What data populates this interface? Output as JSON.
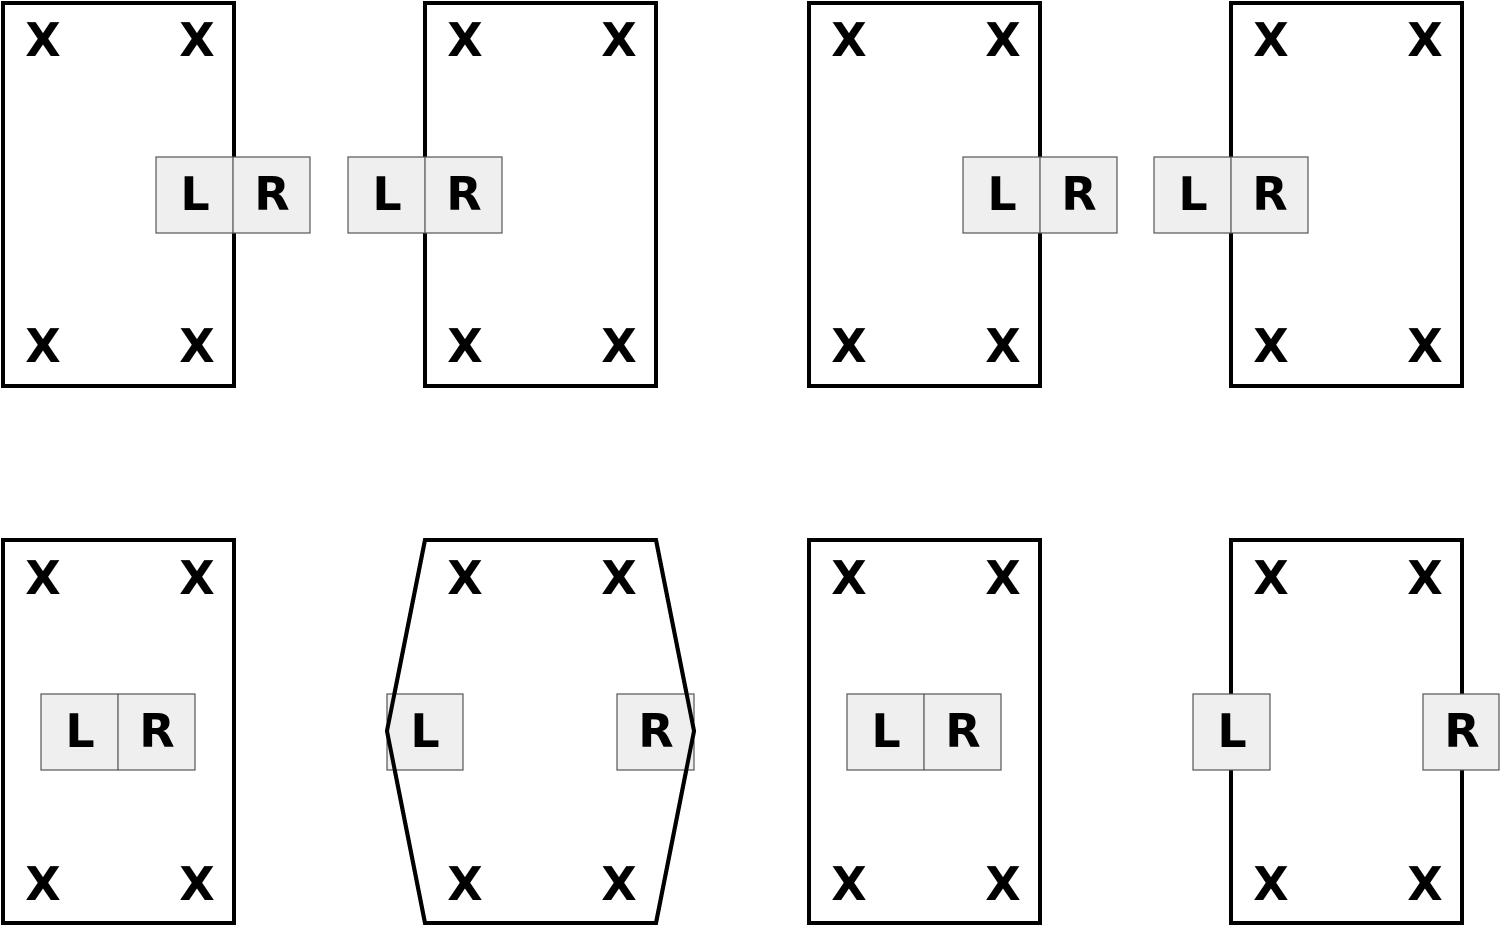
{
  "colors": {
    "frame_stroke": "#000000",
    "box_fill": "#efefef",
    "box_stroke": "#555555",
    "background": "#ffffff"
  },
  "labels": {
    "corner": "X",
    "left": "L",
    "right": "R"
  },
  "panels": [
    {
      "id": "top-left-pair",
      "frames": [
        "rect",
        "rect"
      ],
      "boxes": "two adjacent pairs straddling inner frame edges"
    },
    {
      "id": "top-right-pair",
      "frames": [
        "rect",
        "rect"
      ],
      "boxes": "two adjacent pairs straddling inner frame edges"
    },
    {
      "id": "bottom-left-pair",
      "frames": [
        "rect",
        "hexagon"
      ],
      "boxes": "adjacent pair centered; separated L and R on hexagon side vertices"
    },
    {
      "id": "bottom-right-pair",
      "frames": [
        "rect",
        "rect"
      ],
      "boxes": "adjacent pair centered; separated L and R on frame edges"
    }
  ]
}
